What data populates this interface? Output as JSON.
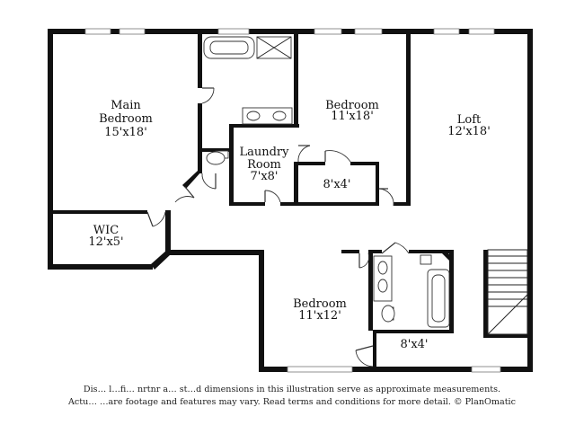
{
  "rooms": {
    "main_bedroom": {
      "name_line1": "Main",
      "name_line2": "Bedroom",
      "size": "15'x18'"
    },
    "bedroom_top": {
      "name": "Bedroom",
      "size": "11'x18'"
    },
    "loft": {
      "name": "Loft",
      "size": "12'x18'"
    },
    "laundry": {
      "name_line1": "Laundry",
      "name_line2": "Room",
      "size": "7'x8'"
    },
    "closet_top": {
      "size": "8'x4'"
    },
    "wic": {
      "name": "WIC",
      "size": "12'x5'"
    },
    "bedroom_bottom": {
      "name": "Bedroom",
      "size": "11'x12'"
    },
    "closet_bottom": {
      "size": "8'x4'"
    }
  },
  "disclaimer": {
    "line1": "Dis… l…fi… nrtnr a… st…d dimensions in this illustration serve as approximate measurements.",
    "line2": "Actu… …are footage and features may vary. Read terms and conditions for more detail. © PlanOmatic"
  }
}
